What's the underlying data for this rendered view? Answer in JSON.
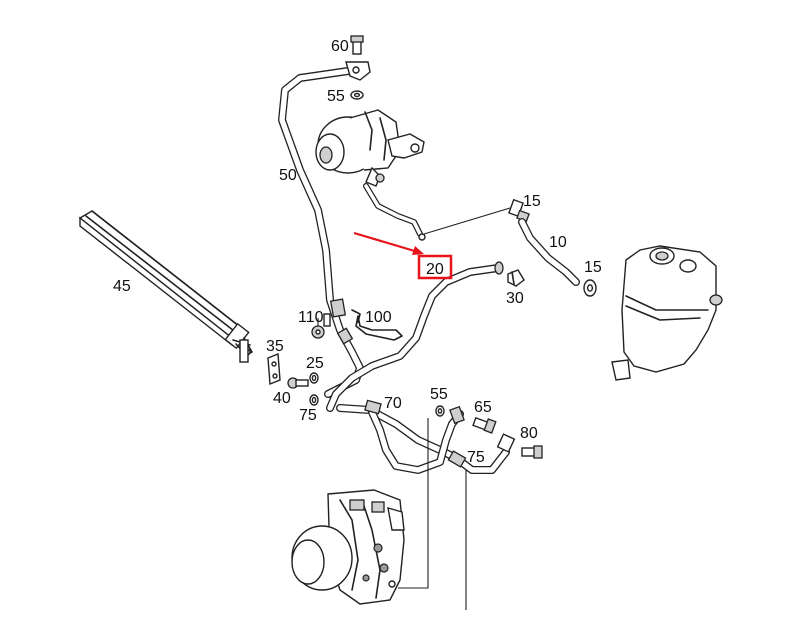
{
  "diagram": {
    "callouts": [
      {
        "id": "60",
        "text": "60"
      },
      {
        "id": "55a",
        "text": "55"
      },
      {
        "id": "50",
        "text": "50"
      },
      {
        "id": "15a",
        "text": "15"
      },
      {
        "id": "10",
        "text": "10"
      },
      {
        "id": "15b",
        "text": "15"
      },
      {
        "id": "20",
        "text": "20"
      },
      {
        "id": "30",
        "text": "30"
      },
      {
        "id": "45",
        "text": "45"
      },
      {
        "id": "110",
        "text": "110"
      },
      {
        "id": "100",
        "text": "100"
      },
      {
        "id": "35",
        "text": "35"
      },
      {
        "id": "25",
        "text": "25"
      },
      {
        "id": "40",
        "text": "40"
      },
      {
        "id": "75a",
        "text": "75"
      },
      {
        "id": "70",
        "text": "70"
      },
      {
        "id": "55b",
        "text": "55"
      },
      {
        "id": "65",
        "text": "65"
      },
      {
        "id": "80",
        "text": "80"
      },
      {
        "id": "75b",
        "text": "75"
      }
    ],
    "highlight": {
      "callout": "20",
      "color": "#e8141b"
    }
  }
}
